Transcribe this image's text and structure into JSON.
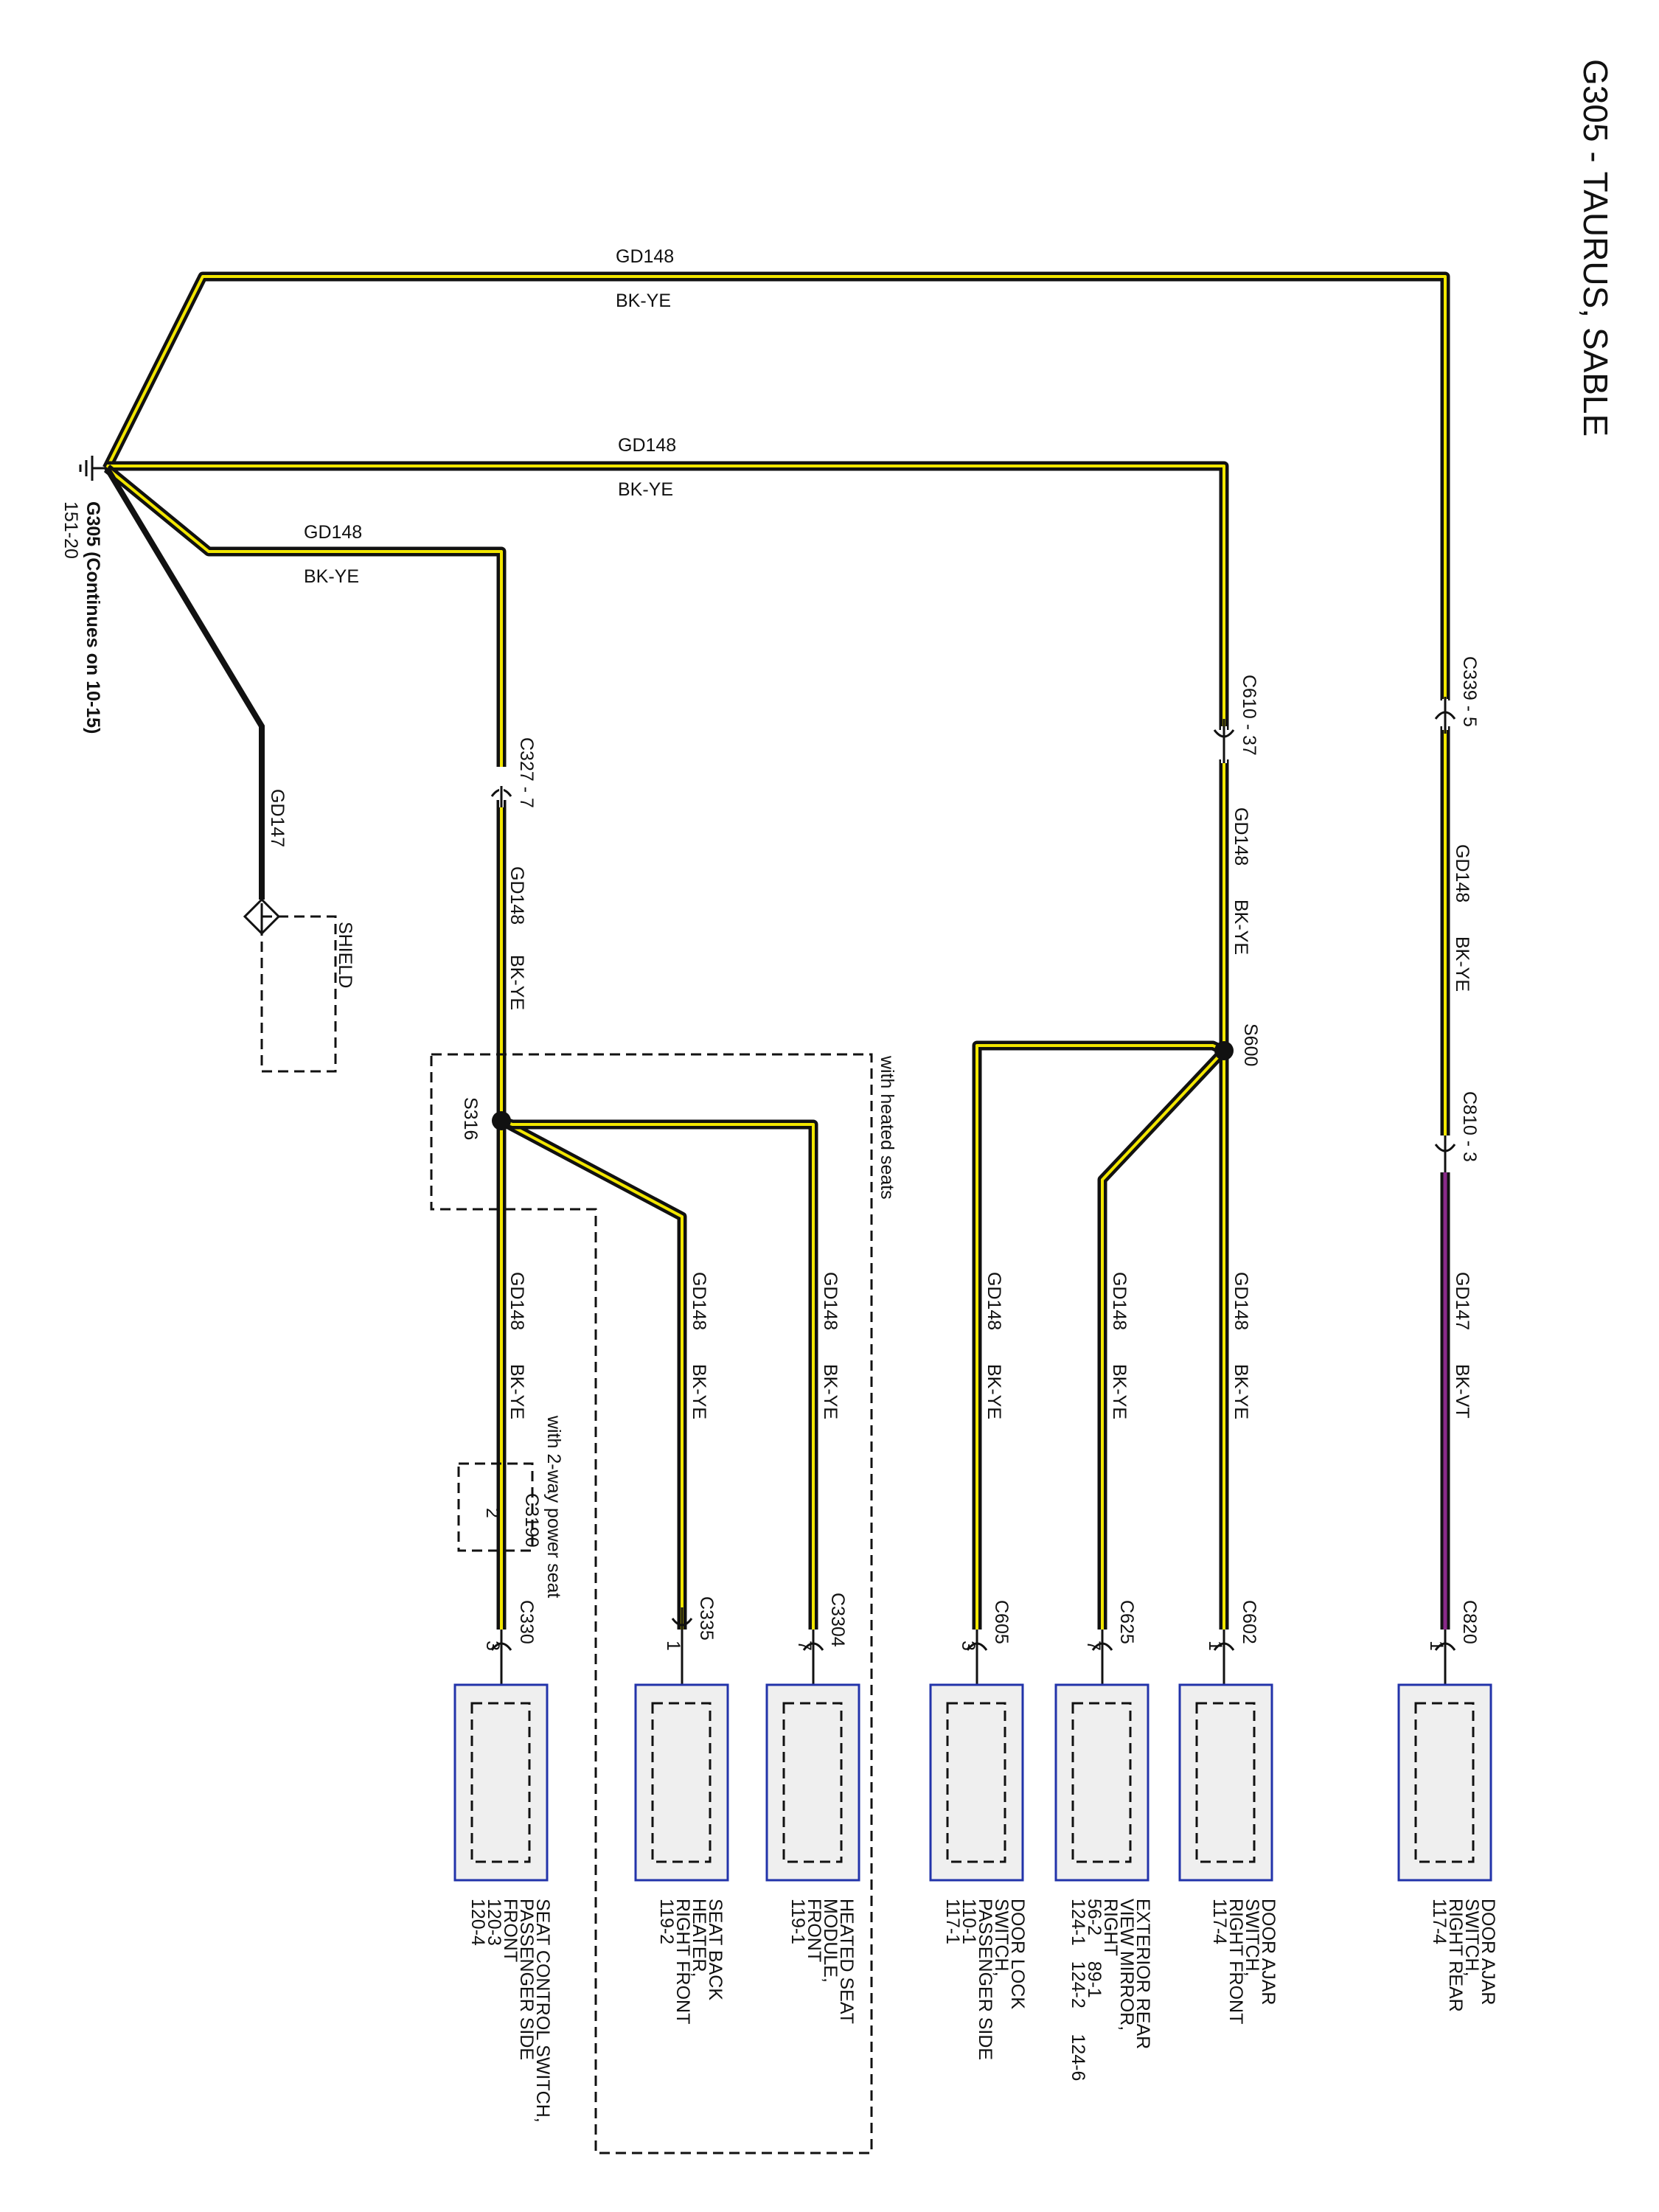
{
  "title": "G305 - TAURUS, SABLE",
  "ground": {
    "label_line1": "G305 (Continues on 10-15)",
    "label_line2": "151-20"
  },
  "wires": {
    "top1": {
      "circuit": "GD148",
      "color": "BK-YE"
    },
    "top2": {
      "circuit": "GD148",
      "color": "BK-YE"
    },
    "top3": {
      "circuit": "GD148",
      "color": "BK-YE"
    },
    "shield_wire": {
      "circuit": "GD147"
    },
    "c327_seg": {
      "circuit": "GD148",
      "color": "BK-YE"
    },
    "c330_seg": {
      "circuit": "GD148",
      "color": "BK-YE"
    },
    "c335_seg": {
      "circuit": "GD148",
      "color": "BK-YE"
    },
    "c3304_seg": {
      "circuit": "GD148",
      "color": "BK-YE"
    },
    "c605_seg": {
      "circuit": "GD148",
      "color": "BK-YE"
    },
    "c625_seg": {
      "circuit": "GD148",
      "color": "BK-YE"
    },
    "c602_seg": {
      "circuit": "GD148",
      "color": "BK-YE"
    },
    "c610_seg": {
      "circuit": "GD148",
      "color": "BK-YE"
    },
    "c339_seg": {
      "circuit": "GD148",
      "color": "BK-YE"
    },
    "c820_seg": {
      "circuit": "GD147",
      "color": "BK-VT"
    }
  },
  "splices": {
    "s316": "S316",
    "s600": "S600"
  },
  "shield_label": "SHIELD",
  "option_heated": "with heated seats",
  "option_power_seat": "with 2-way power seat",
  "connectors": {
    "c327": "C327 - 7",
    "c610": "C610 - 37",
    "c339": "C339 - 5",
    "c810": "C810 - 3",
    "c3190": "C3190",
    "c3190_pin": "2",
    "c330": "C330",
    "c330_pin": "3",
    "c335": "C335",
    "c335_pin": "1",
    "c3304": "C3304",
    "c3304_pin": "7",
    "c605": "C605",
    "c605_pin": "3",
    "c625": "C625",
    "c625_pin": "7",
    "c602": "C602",
    "c602_pin": "1",
    "c820": "C820",
    "c820_pin": "1"
  },
  "components": {
    "seat_control": [
      "SEAT CONTROL SWITCH,",
      "PASSENGER SIDE",
      "FRONT",
      "120-3",
      "120-4"
    ],
    "seat_back_heater": [
      "SEAT BACK",
      "HEATER,",
      "RIGHT FRONT",
      "119-2"
    ],
    "heated_seat_module": [
      "HEATED SEAT",
      "MODULE,",
      "FRONT",
      "119-1"
    ],
    "door_lock_switch": [
      "DOOR LOCK",
      "SWITCH,",
      "PASSENGER SIDE",
      "110-1",
      "117-1"
    ],
    "exterior_mirror": [
      "EXTERIOR REAR",
      "VIEW MIRROR,",
      "RIGHT",
      "56-2     89-1",
      "124-1   124-2     124-6"
    ],
    "door_ajar_rf": [
      "DOOR AJAR",
      "SWITCH,",
      "RIGHT FRONT",
      "117-4"
    ],
    "door_ajar_rr": [
      "DOOR AJAR",
      "SWITCH,",
      "RIGHT REAR",
      "117-4"
    ]
  },
  "colors": {
    "wire_black": "#111111",
    "wire_yellow": "#f2e600",
    "wire_violet": "#8a2a8a",
    "component_border": "#2233aa",
    "component_fill": "#efefef"
  }
}
